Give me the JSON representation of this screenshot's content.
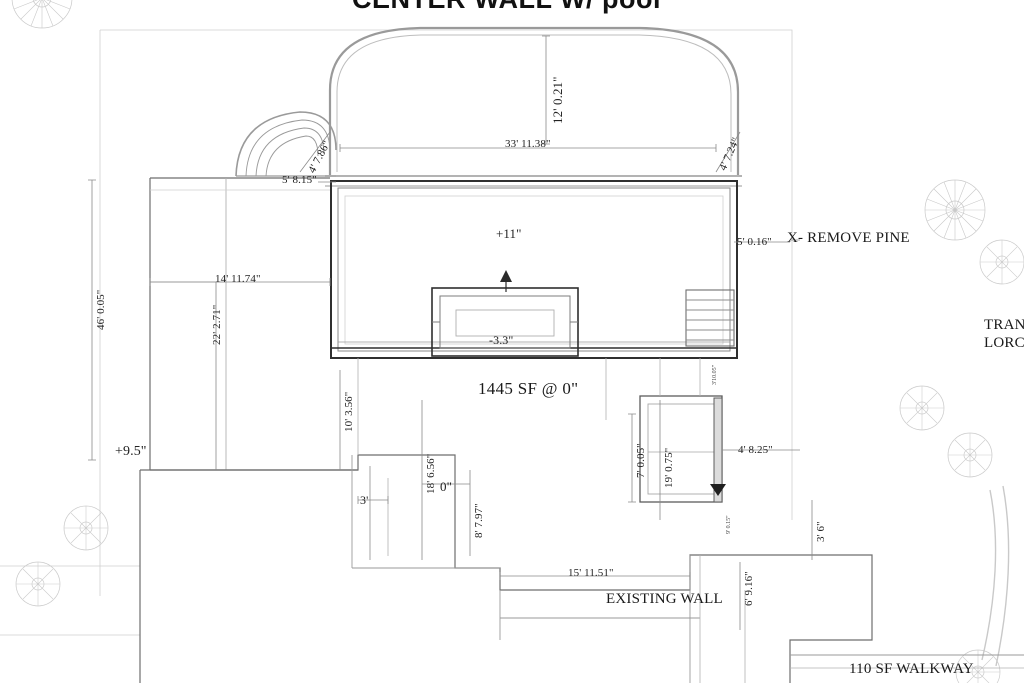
{
  "document": {
    "title": "CENTER WALL W/ pool",
    "type": "site-plan-drawing"
  },
  "area_labels": {
    "pool_area": "1445 SF @ 0\"",
    "walkway_area": "110 SF WALKWAY",
    "existing_wall": "EXISTING WALL",
    "remove_pine": "X- REMOVE PINE",
    "transplant_line1": "TRAN",
    "transplant_line2": "LORC"
  },
  "elevations": {
    "pool_top": "+11\"",
    "spa": "-3.3\"",
    "patio": "+9.5\"",
    "datum": "0\""
  },
  "dimensions": {
    "overall_left_vertical": "46' 0.05\"",
    "pool_width": "33' 11.38\"",
    "pool_height": "12' 0.21\"",
    "upper_left_diag": "4' 7.86\"",
    "upper_left_horiz": "5' 8.15\"",
    "upper_right_diag": "4' 7.24\"",
    "right_offset": "5' 0.16\"",
    "inner_horiz": "14' 11.74\"",
    "inner_vert": "22' 2.71\"",
    "lower_left_vert": "10' 3.56\"",
    "mid_vert": "18' 6.56\"",
    "short_horiz": "3'",
    "lower_vert_b": "8' 7.97\"",
    "spa_left": "7' 0.05\"",
    "spa_mid": "19' 0.75\"",
    "spa_right": "4' 8.25\"",
    "bottom_horiz": "15' 11.51\"",
    "right_lower": "3' 6\"",
    "wall_vert": "6' 9.16\"",
    "micro_a": "3'10.05\"",
    "micro_b": "9' 0.15\""
  },
  "colors": {
    "line": "#6e6e6e",
    "heavy_line": "#2b2b2b",
    "light_line": "#b5b5b5",
    "text": "#1a1a1a",
    "background": "#ffffff"
  }
}
